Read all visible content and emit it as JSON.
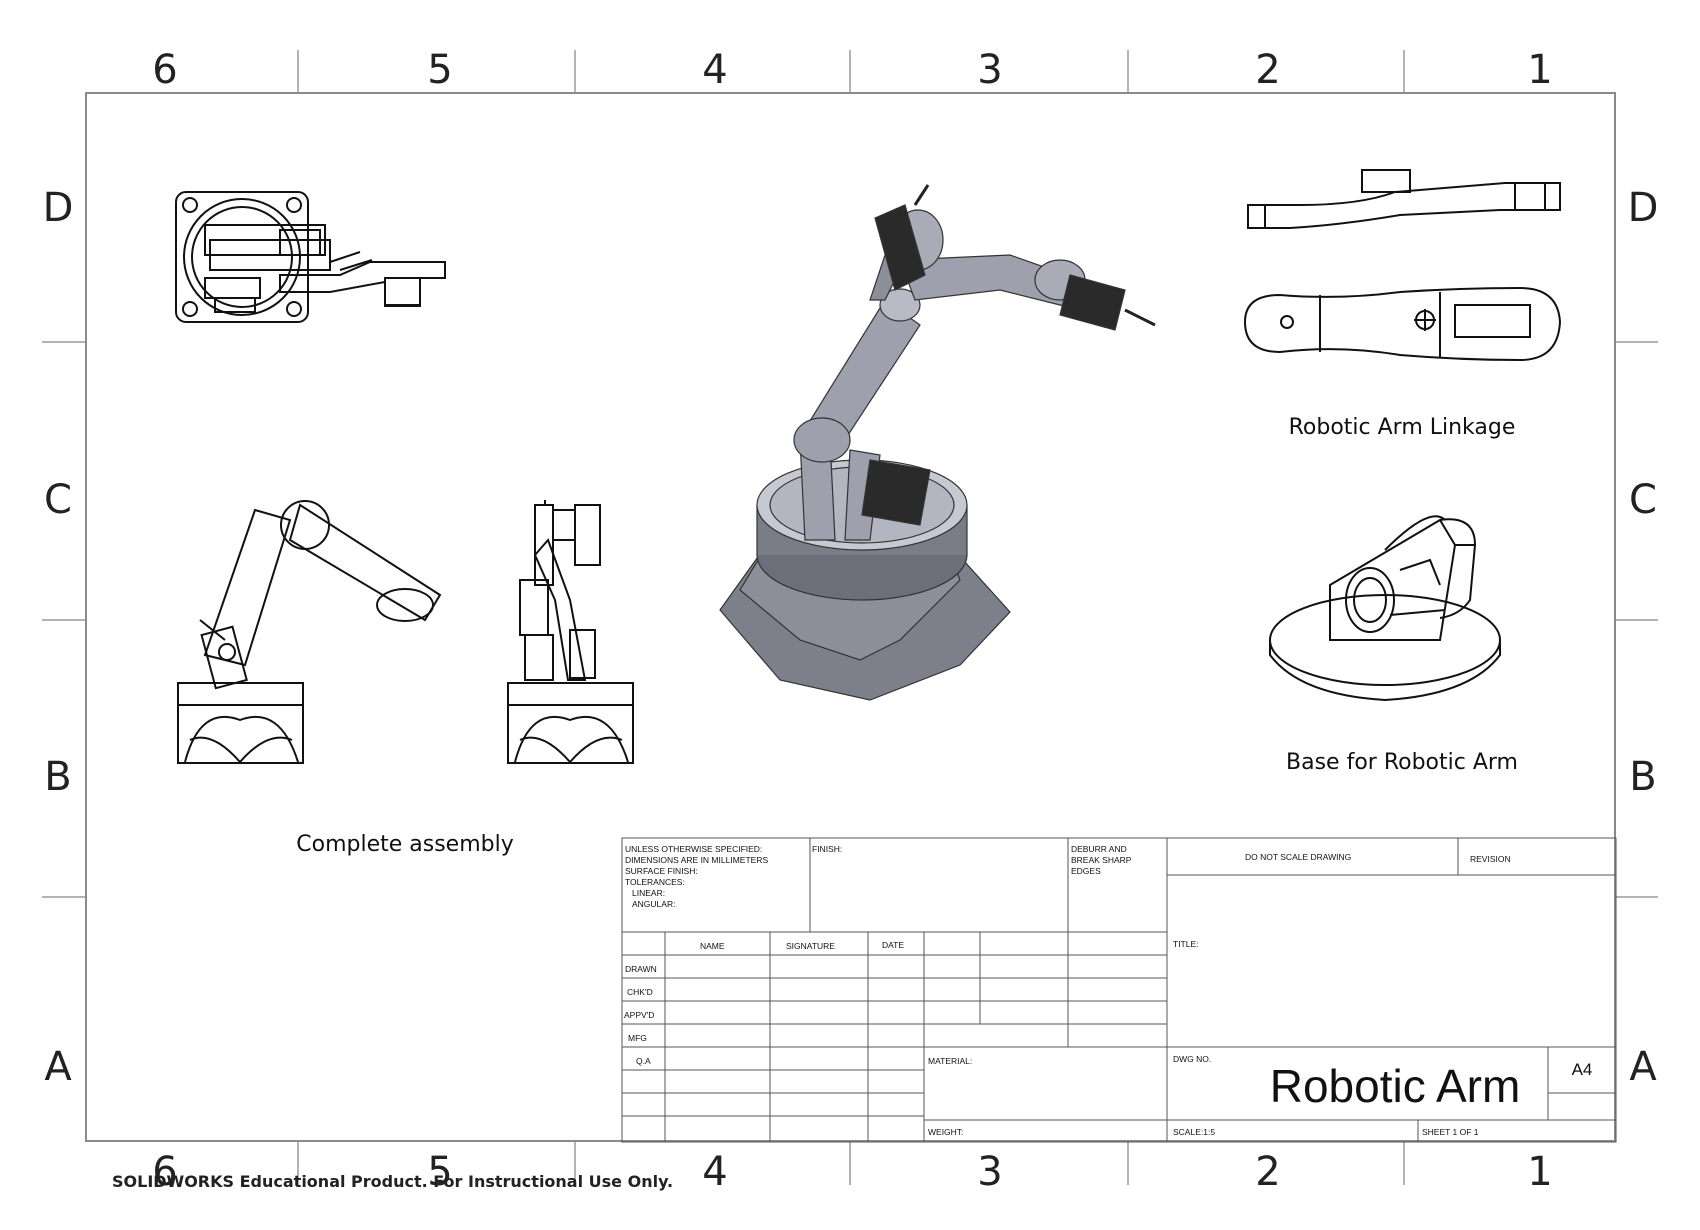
{
  "zones": {
    "top_numbers": [
      "6",
      "5",
      "4",
      "3",
      "2",
      "1"
    ],
    "bottom_numbers": [
      "6",
      "5",
      "4",
      "3",
      "2",
      "1"
    ],
    "left_letters": [
      "D",
      "C",
      "B",
      "A"
    ],
    "right_letters": [
      "D",
      "C",
      "B",
      "A"
    ]
  },
  "captions": {
    "linkage": "Robotic Arm Linkage",
    "base": "Base for Robotic Arm",
    "assembly": "Complete assembly"
  },
  "title_block": {
    "notes": [
      "UNLESS OTHERWISE SPECIFIED:",
      "DIMENSIONS ARE IN MILLIMETERS",
      "SURFACE FINISH:",
      "TOLERANCES:",
      "   LINEAR:",
      "   ANGULAR:"
    ],
    "finish": "FINISH:",
    "deburr": [
      "DEBURR AND",
      "BREAK SHARP",
      "EDGES"
    ],
    "do_not_scale": "DO NOT SCALE DRAWING",
    "revision": "REVISION",
    "col_name": "NAME",
    "col_signature": "SIGNATURE",
    "col_date": "DATE",
    "rows": [
      "DRAWN",
      "CHK'D",
      "APPV'D",
      "MFG",
      "Q.A"
    ],
    "title_label": "TITLE:",
    "material": "MATERIAL:",
    "weight": "WEIGHT:",
    "dwg_no": "DWG NO.",
    "drawing_title": "Robotic Arm",
    "size": "A4",
    "scale": "SCALE:1:5",
    "sheet": "SHEET 1 OF 1"
  },
  "watermark": "SOLIDWORKS Educational Product. For Instructional Use Only.",
  "colors": {
    "border": "#8a8a8a",
    "line": "#111111",
    "body": "#9ea1ad",
    "body_dark": "#6c6f7a",
    "servo": "#2a2a2a"
  }
}
